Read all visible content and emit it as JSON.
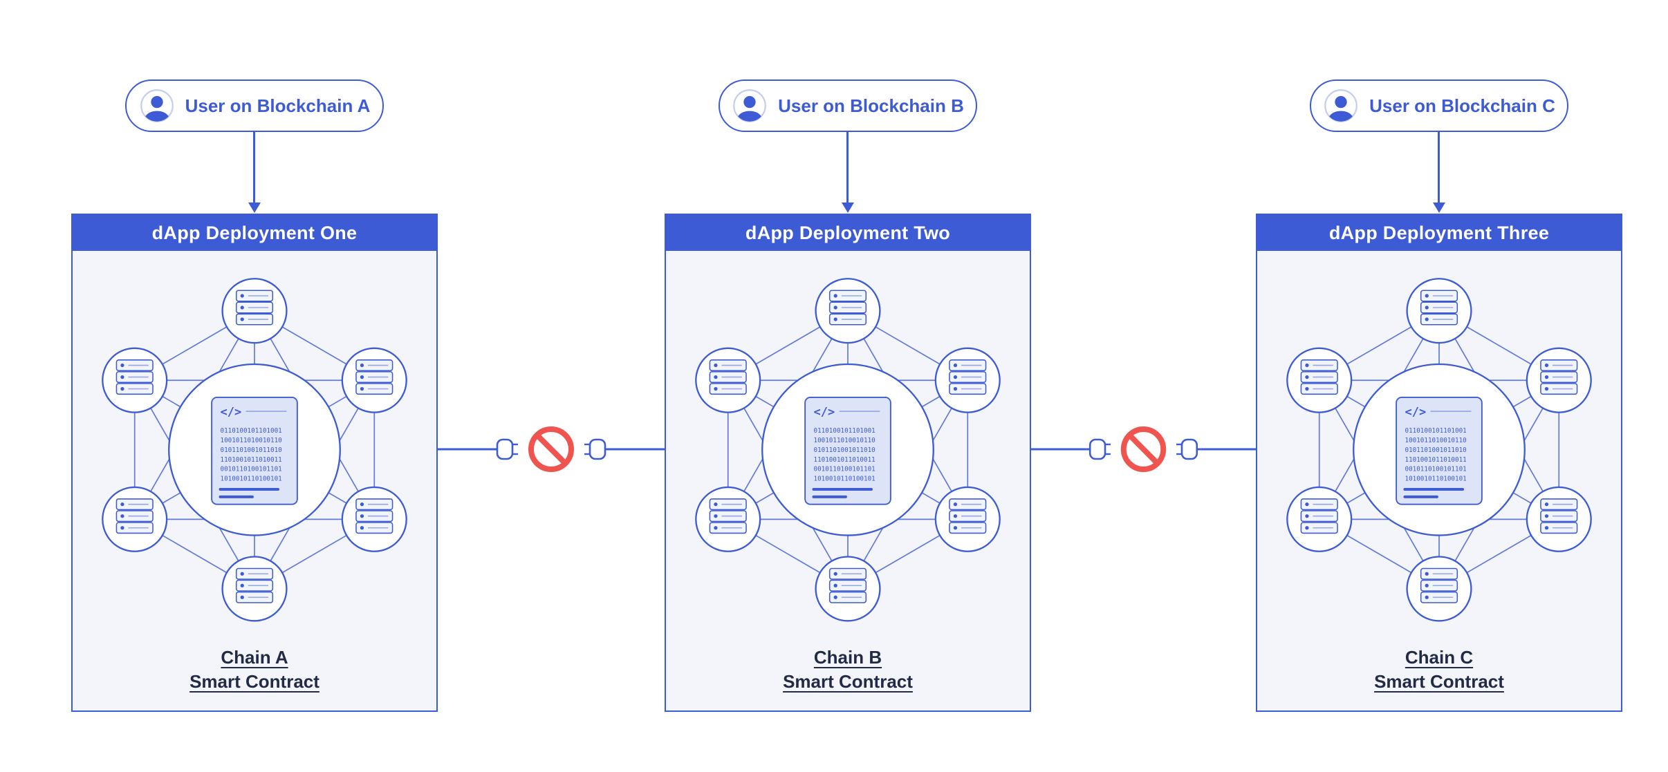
{
  "colors": {
    "accent": "#3d5bd4",
    "danger": "#ef544e",
    "cardbg": "#f3f5fb",
    "dark": "#222b45"
  },
  "columns": [
    {
      "user_label": "User on Blockchain A",
      "deployment_title": "dApp Deployment One",
      "chain_line1": "Chain A",
      "chain_line2": "Smart Contract"
    },
    {
      "user_label": "User on Blockchain B",
      "deployment_title": "dApp Deployment Two",
      "chain_line1": "Chain B",
      "chain_line2": "Smart Contract"
    },
    {
      "user_label": "User on Blockchain C",
      "deployment_title": "dApp Deployment Three",
      "chain_line1": "Chain C",
      "chain_line2": "Smart Contract"
    }
  ],
  "doc": {
    "code": "</>",
    "rows": [
      "0110100101101001",
      "1001011010010110",
      "0101101001011010",
      "1101001011010011",
      "0010110100101101",
      "1010010110100101"
    ]
  },
  "connectors": [
    {
      "state": "blocked"
    },
    {
      "state": "blocked"
    }
  ]
}
